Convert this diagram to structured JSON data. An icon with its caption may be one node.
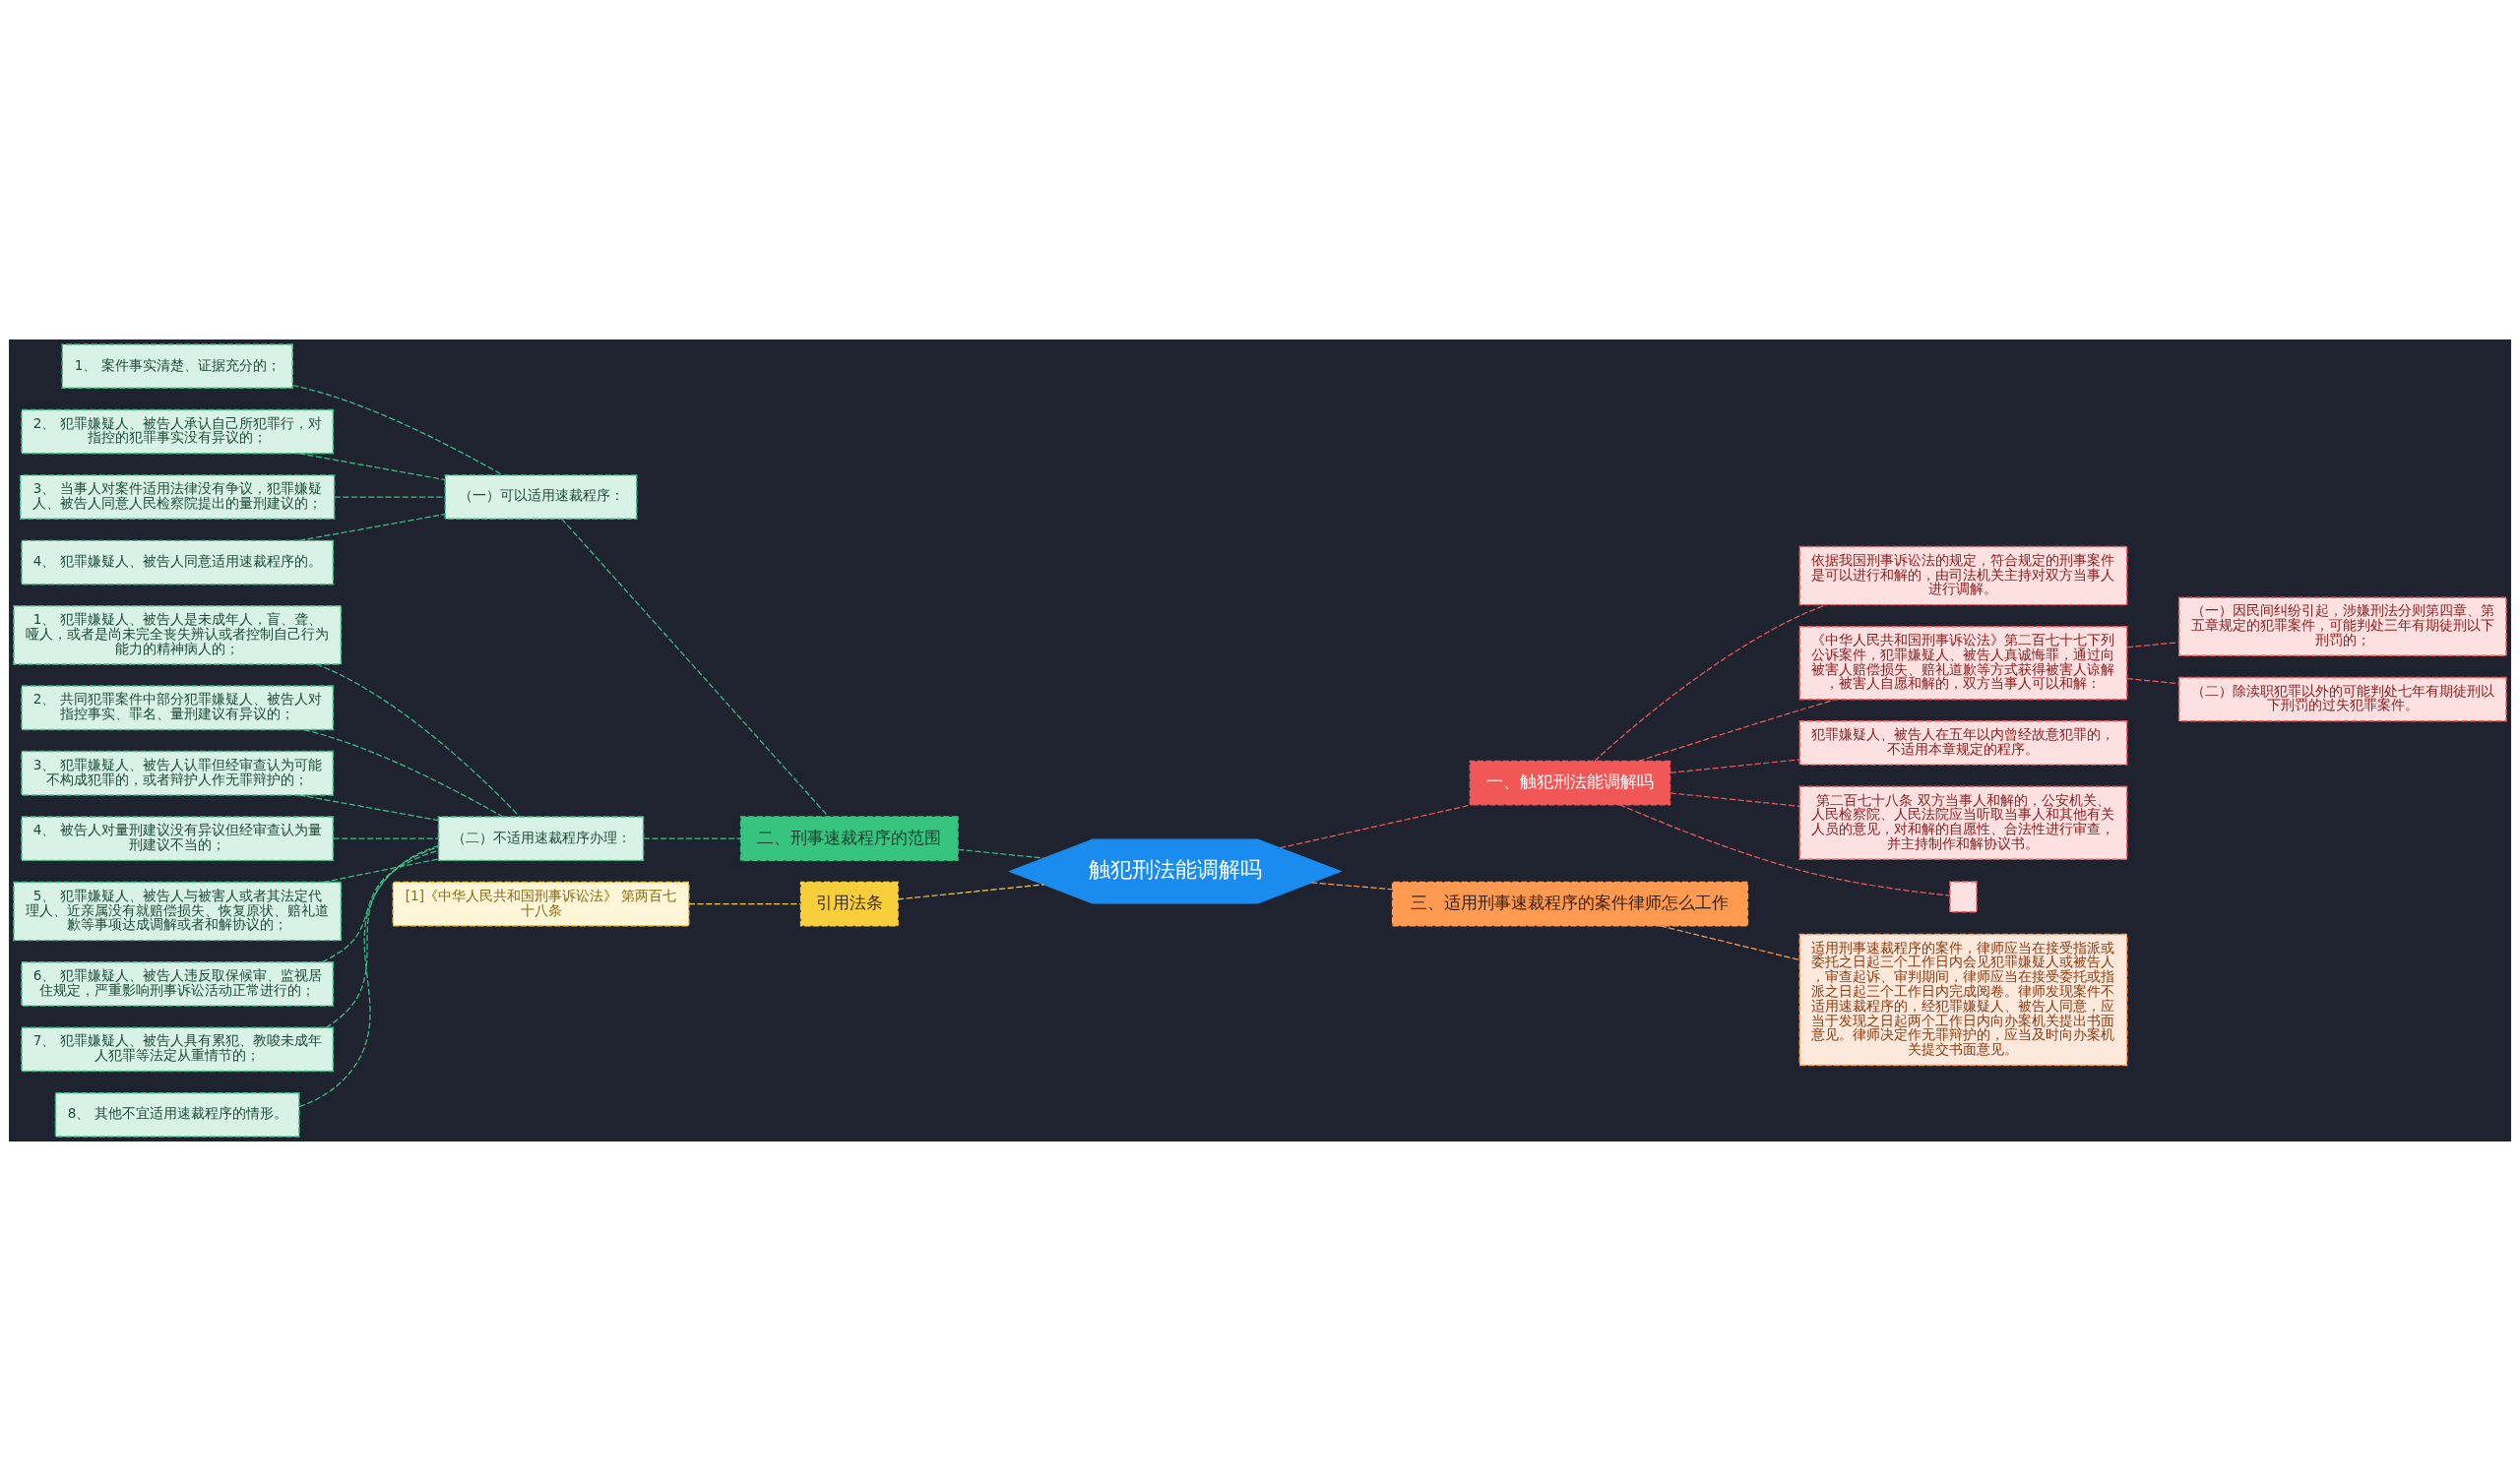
{
  "diagram": {
    "nodes": [
      {
        "text": [
          "触犯刑法能调解吗"
        ]
      },
      {
        "text": [
          "二、刑事速裁程序的范围"
        ]
      },
      {
        "text": [
          "（一）可以适用速裁程序："
        ]
      },
      {
        "text": [
          "1、 案件事实清楚、证据充分的；"
        ]
      },
      {
        "text": [
          "2、 犯罪嫌疑人、被告人承认自己所犯罪行，对指控的犯罪事实没有异议的；"
        ]
      },
      {
        "text": [
          "3、 当事人对案件适用法律没有争议，犯罪嫌疑人、被告人同意人民检察院提出的量刑建议的；"
        ]
      },
      {
        "text": [
          "4、 犯罪嫌疑人、被告人同意适用速裁程序的。"
        ]
      },
      {
        "text": [
          "（二）不适用速裁程序办理："
        ]
      },
      {
        "text": [
          "1、 犯罪嫌疑人、被告人是未成年人，盲、聋、哑人，或者是尚未完全丧失辨认或者控制自己行为能力的精神病人的；"
        ]
      },
      {
        "text": [
          "2、 共同犯罪案件中部分犯罪嫌疑人、被告人对指控事实、罪名、量刑建议有异议的；"
        ]
      },
      {
        "text": [
          "3、 犯罪嫌疑人、被告人认罪但经审查认为可能不构成犯罪的，或者辩护人作无罪辩护的；"
        ]
      },
      {
        "text": [
          "4、 被告人对量刑建议没有异议但经审查认为量刑建议不当的；"
        ]
      },
      {
        "text": [
          "5、 犯罪嫌疑人、被告人与被害人或者其法定代理人、近亲属没有就赔偿损失、恢复原状、赔礼道歉等事项达成调解或者和解协议的；"
        ]
      },
      {
        "text": [
          "6、 犯罪嫌疑人、被告人违反取保候审、监视居住规定，严重影响刑事诉讼活动正常进行的；"
        ]
      },
      {
        "text": [
          "7、 犯罪嫌疑人、被告人具有累犯、教唆未成年人犯罪等法定从重情节的；"
        ]
      },
      {
        "text": [
          "8、 其他不宜适用速裁程序的情形。"
        ]
      },
      {
        "text": [
          "引用法条"
        ]
      },
      {
        "text": [
          "[1]《中华人民共和国刑事诉讼法》 第两百七十八条"
        ]
      },
      {
        "text": [
          "一、触犯刑法能调解吗"
        ]
      },
      {
        "text": [
          "依据我国刑事诉讼法的规定，符合规定的刑事案件是可以进行和解的，由司法机关主持对双方当事人进行调解。"
        ]
      },
      {
        "text": [
          "《中华人民共和国刑事诉讼法》第二百七十七下列公诉案件，犯罪嫌疑人、被告人真诚悔罪，通过向被害人赔偿损失、赔礼道歉等方式获得被害人谅解，被害人自愿和解的，双方当事人可以和解："
        ]
      },
      {
        "text": [
          "（一）因民间纠纷引起，涉嫌刑法分则第四章、第五章规定的犯罪案件，可能判处三年有期徒刑以下刑罚的；"
        ]
      },
      {
        "text": [
          "（二）除渎职犯罪以外的可能判处七年有期徒刑以下刑罚的过失犯罪案件。"
        ]
      },
      {
        "text": [
          "犯罪嫌疑人、被告人在五年以内曾经故意犯罪的，不适用本章规定的程序。"
        ]
      },
      {
        "text": [
          "第二百七十八条 双方当事人和解的，公安机关、人民检察院、人民法院应当听取当事人和其他有关人员的意见，对和解的自愿性、合法性进行审查，并主持制作和解协议书。"
        ]
      },
      {
        "text": [],
        "shape": "box"
      },
      {
        "text": [
          "三、适用刑事速裁程序的案件律师怎么工作"
        ]
      },
      {
        "text": [
          "适用刑事速裁程序的案件，律师应当在接受指派或委托之日起三个工作日内会见犯罪嫌疑人或被告人，审查起诉、审判期间，律师应当在接受委托或指派之日起三个工作日内完成阅卷。律师发现案件不适用速裁程序的，经犯罪嫌疑人、被告人同意，应当于发现之日起两个工作日内向办案机关提出书面意见。律师决定作无罪辩护的，应当及时向办案机关提交书面意见。"
        ]
      }
    ],
    "edges": [
      {
        "from": 0,
        "to": 1,
        "arrow": "none",
        "style": "dashed",
        "color": "#3fbf86"
      },
      {
        "from": 1,
        "to": 2,
        "arrow": "none",
        "style": "dashed",
        "color": "#3fbf86"
      },
      {
        "from": 2,
        "to": 3,
        "arrow": "none",
        "style": "dashed",
        "color": "#3fbf86"
      },
      {
        "from": 2,
        "to": 4,
        "arrow": "none",
        "style": "dashed",
        "color": "#3fbf86"
      },
      {
        "from": 2,
        "to": 5,
        "arrow": "none",
        "style": "dashed",
        "color": "#3fbf86"
      },
      {
        "from": 2,
        "to": 6,
        "arrow": "none",
        "style": "dashed",
        "color": "#3fbf86"
      },
      {
        "from": 1,
        "to": 7,
        "arrow": "none",
        "style": "dashed",
        "color": "#3fbf86"
      },
      {
        "from": 7,
        "to": 8,
        "arrow": "none",
        "style": "dashed",
        "color": "#3fbf86"
      },
      {
        "from": 7,
        "to": 9,
        "arrow": "none",
        "style": "dashed",
        "color": "#3fbf86"
      },
      {
        "from": 7,
        "to": 10,
        "arrow": "none",
        "style": "dashed",
        "color": "#3fbf86"
      },
      {
        "from": 7,
        "to": 11,
        "arrow": "none",
        "style": "dashed",
        "color": "#3fbf86"
      },
      {
        "from": 7,
        "to": 12,
        "arrow": "none",
        "style": "dashed",
        "color": "#3fbf86"
      },
      {
        "from": 7,
        "to": 13,
        "arrow": "none",
        "style": "dashed",
        "color": "#3fbf86"
      },
      {
        "from": 7,
        "to": 14,
        "arrow": "none",
        "style": "dashed",
        "color": "#3fbf86"
      },
      {
        "from": 7,
        "to": 15,
        "arrow": "none",
        "style": "dashed",
        "color": "#3fbf86"
      },
      {
        "from": 0,
        "to": 16,
        "arrow": "none",
        "style": "dashed",
        "color": "#f5c842"
      },
      {
        "from": 16,
        "to": 17,
        "arrow": "none",
        "style": "dashed",
        "color": "#f5c842"
      },
      {
        "from": 0,
        "to": 18,
        "arrow": "none",
        "style": "dashed",
        "color": "#f05a5a"
      },
      {
        "from": 18,
        "to": 19,
        "arrow": "none",
        "style": "dashed",
        "color": "#f05a5a"
      },
      {
        "from": 18,
        "to": 20,
        "arrow": "none",
        "style": "dashed",
        "color": "#f05a5a"
      },
      {
        "from": 20,
        "to": 21,
        "arrow": "none",
        "style": "dashed",
        "color": "#f05a5a"
      },
      {
        "from": 20,
        "to": 22,
        "arrow": "none",
        "style": "dashed",
        "color": "#f05a5a"
      },
      {
        "from": 18,
        "to": 23,
        "arrow": "none",
        "style": "dashed",
        "color": "#f05a5a"
      },
      {
        "from": 18,
        "to": 24,
        "arrow": "none",
        "style": "dashed",
        "color": "#f05a5a"
      },
      {
        "from": 18,
        "to": 25,
        "arrow": "none",
        "style": "dashed",
        "color": "#f05a5a"
      },
      {
        "from": 0,
        "to": 26,
        "arrow": "none",
        "style": "dashed",
        "color": "#ff9a50"
      },
      {
        "from": 26,
        "to": 27,
        "arrow": "none",
        "style": "dashed",
        "color": "#ff9a50"
      }
    ]
  }
}
